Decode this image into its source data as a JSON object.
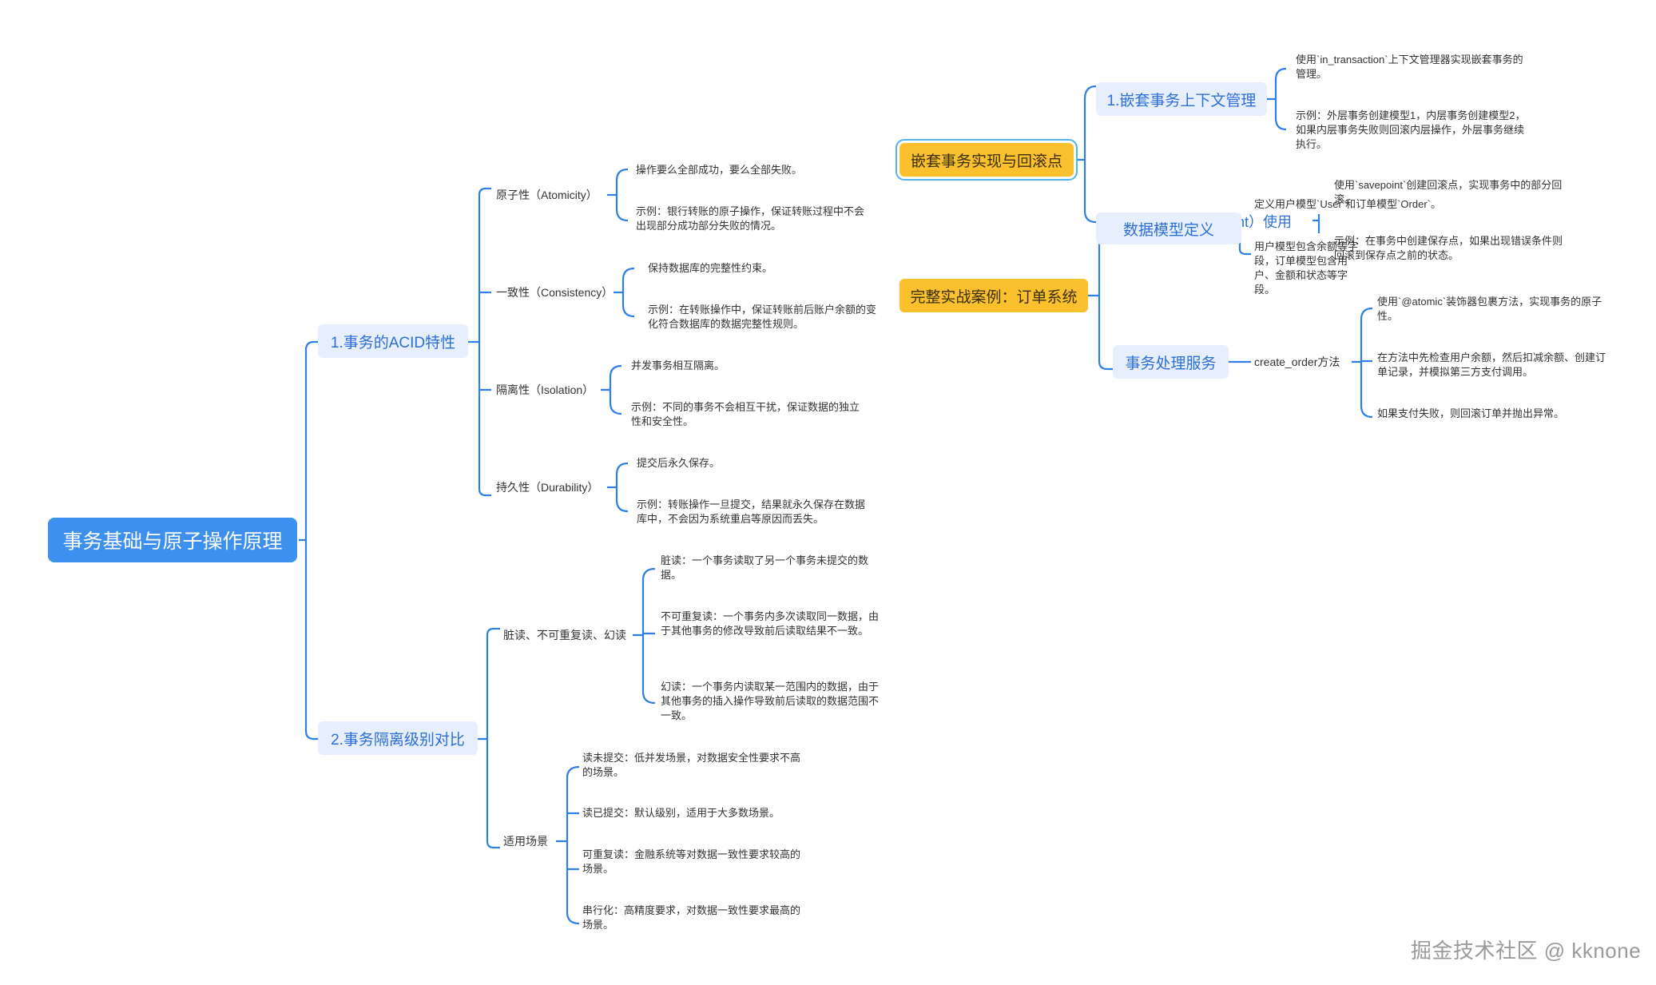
{
  "mindmap": {
    "root": "事务基础与原子操作原理",
    "acid": {
      "title": "1.事务的ACID特性",
      "atomicity": {
        "label": "原子性（Atomicity）",
        "leaf1": "操作要么全部成功，要么全部失败。",
        "leaf2": "示例：银行转账的原子操作，保证转账过程中不会出现部分成功部分失败的情况。"
      },
      "consistency": {
        "label": "一致性（Consistency）",
        "leaf1": "保持数据库的完整性约束。",
        "leaf2": "示例：在转账操作中，保证转账前后账户余额的变化符合数据库的数据完整性规则。"
      },
      "isolation": {
        "label": "隔离性（Isolation）",
        "leaf1": "并发事务相互隔离。",
        "leaf2": "示例：不同的事务不会相互干扰，保证数据的独立性和安全性。"
      },
      "durability": {
        "label": "持久性（Durability）",
        "leaf1": "提交后永久保存。",
        "leaf2": "示例：转账操作一旦提交，结果就永久保存在数据库中，不会因为系统重启等原因而丢失。"
      }
    },
    "isolation_levels": {
      "title": "2.事务隔离级别对比",
      "anomalies": {
        "label": "脏读、不可重复读、幻读",
        "dirty": "脏读：一个事务读取了另一个事务未提交的数据。",
        "nonrepeatable": "不可重复读：一个事务内多次读取同一数据，由于其他事务的修改导致前后读取结果不一致。",
        "phantom": "幻读：一个事务内读取某一范围内的数据，由于其他事务的插入操作导致前后读取的数据范围不一致。"
      },
      "scenarios": {
        "label": "适用场景",
        "read_uncommitted": "读未提交：低并发场景，对数据安全性要求不高的场景。",
        "read_committed": "读已提交：默认级别，适用于大多数场景。",
        "repeatable_read": "可重复读：金融系统等对数据一致性要求较高的场景。",
        "serializable": "串行化：高精度要求，对数据一致性要求最高的场景。"
      }
    },
    "nested": {
      "title": "嵌套事务实现与回滚点",
      "context_mgmt": {
        "label": "1.嵌套事务上下文管理",
        "leaf1": "使用`in_transaction`上下文管理器实现嵌套事务的管理。",
        "leaf2": "示例：外层事务创建模型1，内层事务创建模型2，如果内层事务失败则回滚内层操作，外层事务继续执行。"
      },
      "savepoint_partial": "oint）使用",
      "savepoint_leaf1": "使用`savepoint`创建回滚点，实现事务中的部分回滚。",
      "savepoint_leaf2": "示例：在事务中创建保存点，如果出现错误条件则回滚到保存点之前的状态。"
    },
    "case": {
      "title": "完整实战案例：订单系统",
      "data_model": {
        "label": "数据模型定义",
        "leaf1": "定义用户模型`User`和订单模型`Order`。",
        "leaf2": "用户模型包含余额等字段，订单模型包含用户、金额和状态等字段。"
      },
      "service": {
        "label": "事务处理服务",
        "method": "create_order方法",
        "leaf1": "使用`@atomic`装饰器包裹方法，实现事务的原子性。",
        "leaf2": "在方法中先检查用户余额，然后扣减余额、创建订单记录，并模拟第三方支付调用。",
        "leaf3": "如果支付失败，则回滚订单并抛出异常。"
      }
    },
    "watermark": "掘金技术社区 @ kknone"
  },
  "colors": {
    "connector": "#2f7fe6",
    "root_bg": "#3d8ff0",
    "topic_bg": "#e7effd",
    "topic_text": "#2d6fd8",
    "highlight_bg": "#fbc02d",
    "selection_outline": "#52b4ee"
  }
}
